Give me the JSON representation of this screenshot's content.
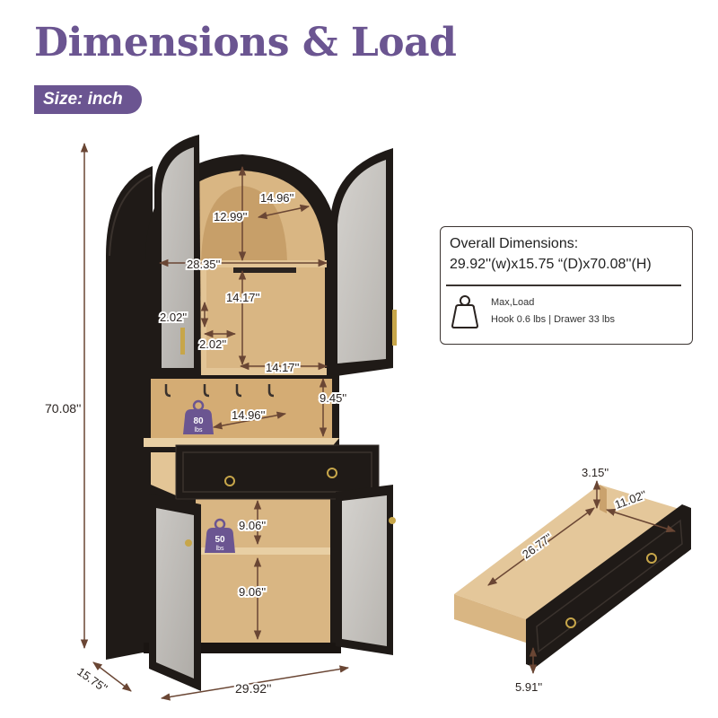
{
  "header": {
    "title": "Dimensions & Load",
    "size_label": "Size: inch"
  },
  "colors": {
    "accent": "#6b5591",
    "cabinet": "#1f1a17",
    "wood": "#d9b683",
    "dim_line": "#6a4634"
  },
  "info": {
    "title": "Overall Dimensions:",
    "dims": "29.92''(w)x15.75 “(D)x70.08''(H)",
    "load_label": "Max,Load",
    "load_values": "Hook 0.6 lbs  |  Drawer 33 lbs",
    "icon": "weight-icon"
  },
  "dimensions": {
    "height": "70.08''",
    "depth": "15.75''",
    "width": "29.92''",
    "arch_height": "12.99''",
    "arch_width": "14.96''",
    "inner_width": "28.35''",
    "shelf_height": "14.17''",
    "cube_height": "2.02''",
    "cube_width": "2.02''",
    "shelf_width": "14.17''",
    "hook_height": "9.45''",
    "counter_width": "14.96''",
    "lower_shelf_1": "9.06''",
    "lower_shelf_2": "9.06''",
    "drawer_height": "3.15''",
    "drawer_width": "11.02''",
    "drawer_length": "26.77''",
    "drawer_front": "5.91''"
  },
  "badges": [
    {
      "value": "80",
      "unit": "lbs"
    },
    {
      "value": "50",
      "unit": "lbs"
    }
  ]
}
